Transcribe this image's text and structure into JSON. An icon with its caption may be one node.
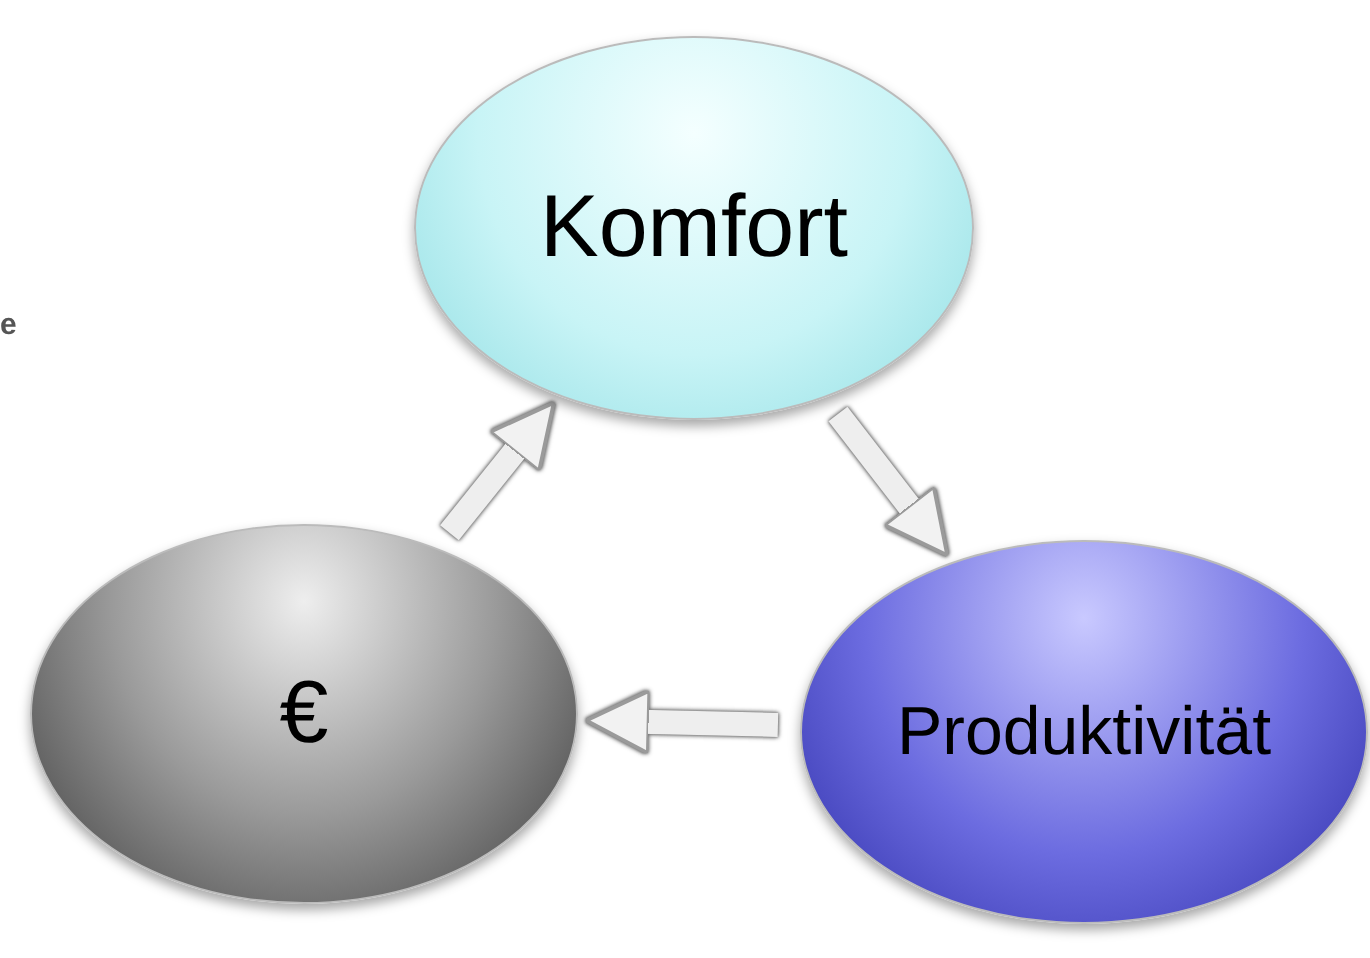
{
  "diagram": {
    "nodes": [
      {
        "text": [
          "Komfort"
        ]
      },
      {
        "text": [
          "Produktivität"
        ]
      },
      {
        "text": [
          "€"
        ]
      }
    ],
    "edges": [
      {
        "from": 0,
        "to": 1,
        "arrow": "to"
      },
      {
        "from": 1,
        "to": 2,
        "arrow": "to"
      },
      {
        "from": 2,
        "to": 0,
        "arrow": "to"
      }
    ],
    "labels": [
      "e"
    ]
  }
}
